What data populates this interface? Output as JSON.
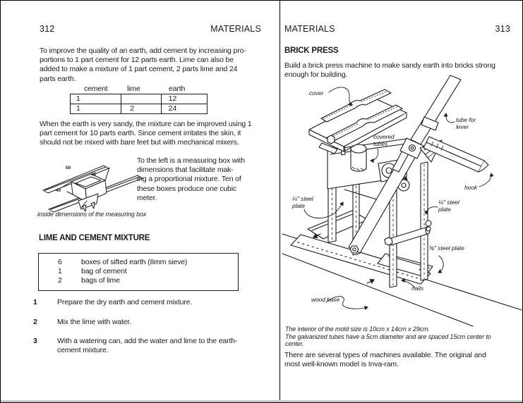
{
  "theme": {
    "ink": "#1a1a1a",
    "paper": "#ffffff",
    "border": "#000000"
  },
  "left_page": {
    "page_number": "312",
    "running_head": "MATERIALS",
    "para_cement": "To improve the quality of an earth, add cement by increasing pro-\nportions to 1 part cement for 12 parts earth. Lime can also be\nadded to make a mixture of 1 part cement, 2 parts lime and 24\nparts earth.",
    "table": {
      "headers": [
        "cement",
        "lime",
        "earth"
      ],
      "rows": [
        [
          "1",
          "",
          "12"
        ],
        [
          "1",
          "2",
          "24"
        ]
      ]
    },
    "para_sandy": "When the earth is very sandy, the mixture can be improved using 1\npart cement for 10 parts earth. Since cement irritates the skin, it\nshould not be mixed with bare feet but with mechanical mixers.",
    "measuring_box": {
      "dims": [
        "50",
        "30",
        "40"
      ],
      "side_text": "To the left is a measuring box with\ndimensions that facilitate mak-\ning a proportional mixture. Ten of\nthese boxes produce one cubic\nmeter.",
      "caption": "inside dimensions of the measuring box"
    },
    "section_heading": "LIME AND CEMENT MIXTURE",
    "ingredients": [
      {
        "qty": "6",
        "item": "boxes of sifted earth (8mm sieve)"
      },
      {
        "qty": "1",
        "item": "bag of cement"
      },
      {
        "qty": "2",
        "item": "bags of lime"
      }
    ],
    "steps": [
      {
        "num": "1",
        "text": "Prepare the dry earth and cement mixture."
      },
      {
        "num": "2",
        "text": "Mix the lime with water."
      },
      {
        "num": "3",
        "text": "With a watering can, add the water and lime to the earth-\ncement mixture."
      }
    ]
  },
  "right_page": {
    "running_head": "MATERIALS",
    "page_number": "313",
    "section_heading": "BRICK PRESS",
    "intro": "Build a brick press machine to make sandy earth into bricks strong\nenough for building.",
    "figure_labels": {
      "cover": "cover",
      "tube_for_lever": "tube for\nlever",
      "covered_tubes": "covered\ntubes",
      "hook": "hook",
      "steel_plate_left": "¼\" steel\nplate",
      "steel_plate_right": "¼\" steel\nplate",
      "steel_plate_38": "⅜\" steel plate",
      "nails": "nails",
      "wood_base": "wood base"
    },
    "figure_caption": "The interior of the mold size is 10cm x 14cm x 29cm.\nThe galvanized tubes have a 5cm diameter and are spaced 15cm center to\ncenter.",
    "closing": "There are several types of machines available. The original and\nmost well-known model is Inva-ram."
  }
}
